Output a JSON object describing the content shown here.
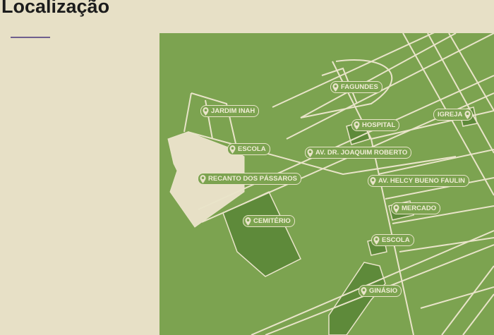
{
  "title": "Localização",
  "map": {
    "colors": {
      "background": "#7ca350",
      "block": "#5e8a3a",
      "road": "#e9e4c9",
      "neighborhood": "#e7e0c6"
    },
    "labels": [
      {
        "text": "JARDIM INAH",
        "icon": "map-pin-icon"
      },
      {
        "text": "FAGUNDES",
        "icon": "map-pin-icon"
      },
      {
        "text": "HOSPITAL",
        "icon": "map-pin-icon"
      },
      {
        "text": "IGREJA",
        "icon": "map-pin-icon"
      },
      {
        "text": "ESCOLA",
        "icon": "map-pin-icon"
      },
      {
        "text": "AV. DR. JOAQUIM ROBERTO",
        "icon": "map-pin-icon"
      },
      {
        "text": "RECANTO DOS PÁSSAROS",
        "icon": "map-pin-icon"
      },
      {
        "text": "AV. HELCY BUENO FAULIN",
        "icon": "map-pin-icon"
      },
      {
        "text": "MERCADO",
        "icon": "map-pin-icon"
      },
      {
        "text": "CEMITÉRIO",
        "icon": "map-pin-icon"
      },
      {
        "text": "ESCOLA",
        "icon": "map-pin-icon"
      },
      {
        "text": "GINÁSIO",
        "icon": "map-pin-icon"
      }
    ]
  }
}
